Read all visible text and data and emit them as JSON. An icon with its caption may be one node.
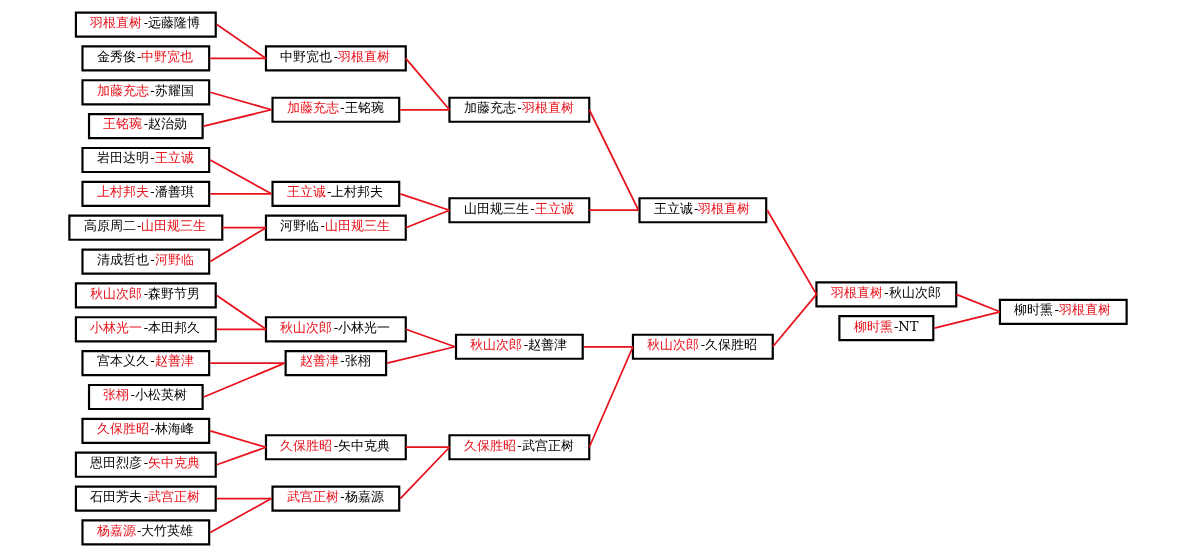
{
  "diagram": {
    "nodes": [
      {
        "text": [
          "羽根直树-远藤隆博"
        ]
      },
      {
        "text": [
          "金秀俊-中野宽也"
        ]
      },
      {
        "text": [
          "加藤充志-苏耀国"
        ]
      },
      {
        "text": [
          "王铭琬-赵治勋"
        ]
      },
      {
        "text": [
          "岩田达明-王立诚"
        ]
      },
      {
        "text": [
          "上村邦夫-潘善琪"
        ]
      },
      {
        "text": [
          "高原周二-山田规三生"
        ]
      },
      {
        "text": [
          "清成哲也-河野临"
        ]
      },
      {
        "text": [
          "秋山次郎-森野节男"
        ]
      },
      {
        "text": [
          "小林光一-本田邦久"
        ]
      },
      {
        "text": [
          "宫本义久-赵善津"
        ]
      },
      {
        "text": [
          "张栩-小松英树"
        ]
      },
      {
        "text": [
          "久保胜昭-林海峰"
        ]
      },
      {
        "text": [
          "恩田烈彦-矢中克典"
        ]
      },
      {
        "text": [
          "石田芳夫-武宫正树"
        ]
      },
      {
        "text": [
          "杨嘉源-大竹英雄"
        ]
      },
      {
        "text": [
          "中野宽也-羽根直树"
        ]
      },
      {
        "text": [
          "加藤充志-王铭琬"
        ]
      },
      {
        "text": [
          "王立诚-上村邦夫"
        ]
      },
      {
        "text": [
          "河野临-山田规三生"
        ]
      },
      {
        "text": [
          "秋山次郎-小林光一"
        ]
      },
      {
        "text": [
          "赵善津-张栩"
        ]
      },
      {
        "text": [
          "久保胜昭-矢中克典"
        ]
      },
      {
        "text": [
          "武宫正树-杨嘉源"
        ]
      },
      {
        "text": [
          "加藤充志-羽根直树"
        ]
      },
      {
        "text": [
          "山田规三生-王立诚"
        ]
      },
      {
        "text": [
          "秋山次郎-赵善津"
        ]
      },
      {
        "text": [
          "久保胜昭-武宫正树"
        ]
      },
      {
        "text": [
          "王立诚-羽根直树"
        ]
      },
      {
        "text": [
          "秋山次郎-久保胜昭"
        ]
      },
      {
        "text": [
          "羽根直树-秋山次郎"
        ]
      },
      {
        "text": [
          "柳时熏-NT"
        ]
      },
      {
        "text": [
          "柳时熏-羽根直树"
        ]
      }
    ],
    "edges": [
      {
        "from": 0,
        "to": 16,
        "arrow": "none"
      },
      {
        "from": 1,
        "to": 16,
        "arrow": "none"
      },
      {
        "from": 2,
        "to": 17,
        "arrow": "none"
      },
      {
        "from": 3,
        "to": 17,
        "arrow": "none"
      },
      {
        "from": 4,
        "to": 18,
        "arrow": "none"
      },
      {
        "from": 5,
        "to": 18,
        "arrow": "none"
      },
      {
        "from": 6,
        "to": 19,
        "arrow": "none"
      },
      {
        "from": 7,
        "to": 19,
        "arrow": "none"
      },
      {
        "from": 8,
        "to": 20,
        "arrow": "none"
      },
      {
        "from": 9,
        "to": 20,
        "arrow": "none"
      },
      {
        "from": 10,
        "to": 21,
        "arrow": "none"
      },
      {
        "from": 11,
        "to": 21,
        "arrow": "none"
      },
      {
        "from": 12,
        "to": 22,
        "arrow": "none"
      },
      {
        "from": 13,
        "to": 22,
        "arrow": "none"
      },
      {
        "from": 14,
        "to": 23,
        "arrow": "none"
      },
      {
        "from": 15,
        "to": 23,
        "arrow": "none"
      },
      {
        "from": 16,
        "to": 24,
        "arrow": "none"
      },
      {
        "from": 17,
        "to": 24,
        "arrow": "none"
      },
      {
        "from": 18,
        "to": 25,
        "arrow": "none"
      },
      {
        "from": 19,
        "to": 25,
        "arrow": "none"
      },
      {
        "from": 20,
        "to": 26,
        "arrow": "none"
      },
      {
        "from": 21,
        "to": 26,
        "arrow": "none"
      },
      {
        "from": 22,
        "to": 27,
        "arrow": "none"
      },
      {
        "from": 23,
        "to": 27,
        "arrow": "none"
      },
      {
        "from": 24,
        "to": 28,
        "arrow": "none"
      },
      {
        "from": 25,
        "to": 28,
        "arrow": "none"
      },
      {
        "from": 26,
        "to": 29,
        "arrow": "none"
      },
      {
        "from": 27,
        "to": 29,
        "arrow": "none"
      },
      {
        "from": 28,
        "to": 30,
        "arrow": "none"
      },
      {
        "from": 29,
        "to": 30,
        "arrow": "none"
      },
      {
        "from": 30,
        "to": 32,
        "arrow": "none"
      },
      {
        "from": 31,
        "to": 32,
        "arrow": "none"
      }
    ]
  }
}
